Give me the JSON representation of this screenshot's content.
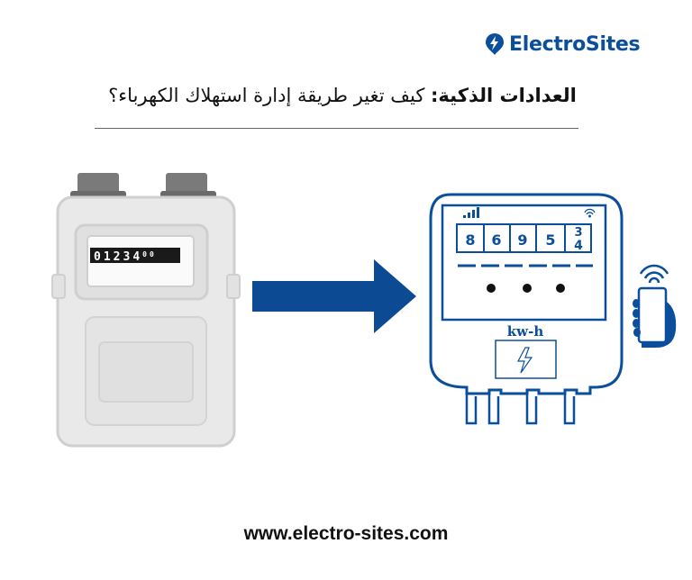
{
  "brand": {
    "name": "ElectroSites",
    "color": "#0b4f9c"
  },
  "title": {
    "bold_part": "العدادات الذكية:",
    "rest": " كيف تغير طريقة إدارة استهلاك الكهرباء؟"
  },
  "gas_meter": {
    "digits": [
      "0",
      "1",
      "2",
      "3",
      "4"
    ],
    "fraction": "00"
  },
  "smart_meter": {
    "digits": [
      "8",
      "6",
      "9",
      "5"
    ],
    "last_top": "3",
    "last_bottom": "4",
    "unit": "kw-h"
  },
  "footer": {
    "url": "www.electro-sites.com"
  }
}
